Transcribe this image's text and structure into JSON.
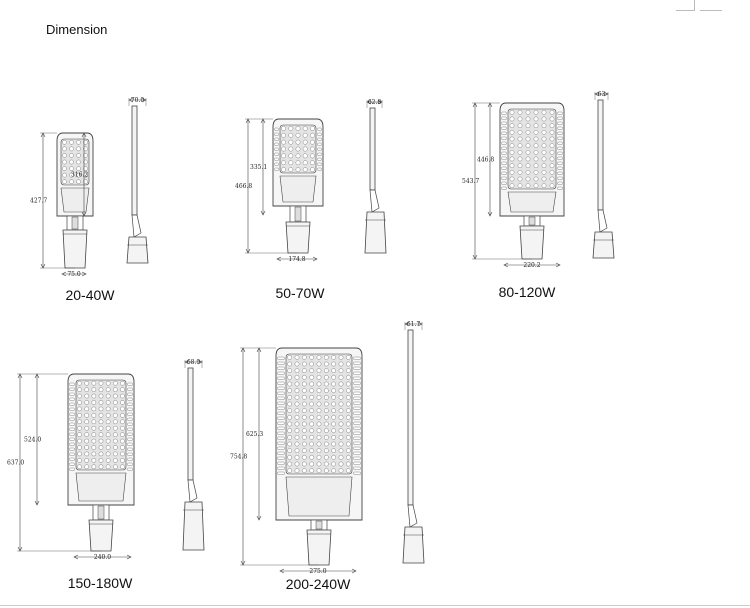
{
  "title": "Dimension",
  "models": [
    {
      "caption": "20-40W",
      "height_total": "427.7",
      "height_head": "316.2",
      "width_base": "75.0",
      "side_thickness": "70.0"
    },
    {
      "caption": "50-70W",
      "height_total": "466.8",
      "height_head": "335.1",
      "width_base": "174.8",
      "side_thickness": "62.8"
    },
    {
      "caption": "80-120W",
      "height_total": "543.7",
      "height_head": "446.8",
      "width_base": "220.2",
      "side_thickness": "63"
    },
    {
      "caption": "150-180W",
      "height_total": "637.0",
      "height_head": "524.0",
      "width_base": "240.0",
      "side_thickness": "68.9"
    },
    {
      "caption": "200-240W",
      "height_total": "754.8",
      "height_head": "625.3",
      "width_base": "275.0",
      "side_thickness": "61.7"
    }
  ]
}
